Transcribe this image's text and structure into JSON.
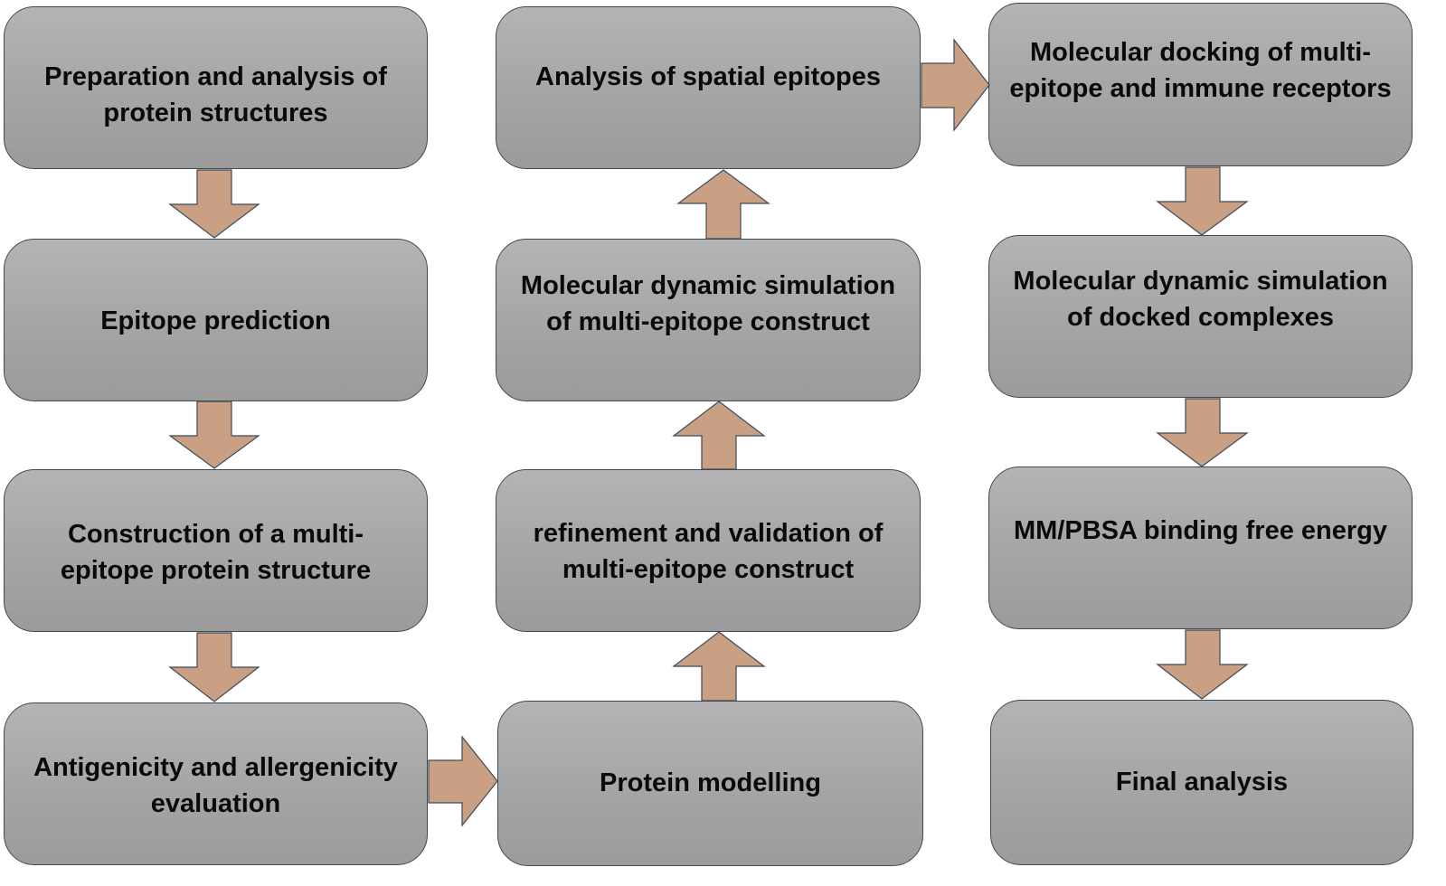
{
  "diagram": {
    "type": "flowchart",
    "nodes": [
      {
        "id": "n1",
        "label": "Preparation and analysis of protein structures"
      },
      {
        "id": "n2",
        "label": "Epitope prediction"
      },
      {
        "id": "n3",
        "label": "Construction of a multi-epitope protein structure"
      },
      {
        "id": "n4",
        "label": "Antigenicity and allergenicity evaluation"
      },
      {
        "id": "n5",
        "label": "Protein modelling"
      },
      {
        "id": "n6",
        "label": "refinement and validation of multi-epitope construct"
      },
      {
        "id": "n7",
        "label": "Molecular dynamic simulation of multi-epitope construct"
      },
      {
        "id": "n8",
        "label": "Analysis of spatial epitopes"
      },
      {
        "id": "n9",
        "label": "Molecular docking of multi-epitope and immune receptors"
      },
      {
        "id": "n10",
        "label": "Molecular dynamic simulation of docked complexes"
      },
      {
        "id": "n11",
        "label": "MM/PBSA binding free energy"
      },
      {
        "id": "n12",
        "label": "Final analysis"
      }
    ],
    "edges": [
      {
        "from": "n1",
        "to": "n2",
        "direction": "down"
      },
      {
        "from": "n2",
        "to": "n3",
        "direction": "down"
      },
      {
        "from": "n3",
        "to": "n4",
        "direction": "down"
      },
      {
        "from": "n4",
        "to": "n5",
        "direction": "right"
      },
      {
        "from": "n5",
        "to": "n6",
        "direction": "up"
      },
      {
        "from": "n6",
        "to": "n7",
        "direction": "up"
      },
      {
        "from": "n7",
        "to": "n8",
        "direction": "up"
      },
      {
        "from": "n8",
        "to": "n9",
        "direction": "right"
      },
      {
        "from": "n9",
        "to": "n10",
        "direction": "down"
      },
      {
        "from": "n10",
        "to": "n11",
        "direction": "down"
      },
      {
        "from": "n11",
        "to": "n12",
        "direction": "down"
      }
    ]
  },
  "boxes": {
    "b1": {
      "line1": "Preparation and analysis of",
      "line2": "protein structures"
    },
    "b2": {
      "line1": "Epitope prediction"
    },
    "b3": {
      "line1": "Construction of a multi-",
      "line2": "epitope protein structure"
    },
    "b4": {
      "line1": "Antigenicity and allergenicity",
      "line2": "evaluation"
    },
    "b5": {
      "line1": "Protein modelling"
    },
    "b6": {
      "line1": "refinement and validation of",
      "line2": "multi-epitope construct"
    },
    "b7": {
      "line1": "Molecular dynamic simulation",
      "line2": "of multi-epitope construct"
    },
    "b8": {
      "line1": "Analysis of spatial epitopes"
    },
    "b9": {
      "line1": "Molecular docking of multi-",
      "line2": "epitope and immune receptors"
    },
    "b10": {
      "line1": "Molecular dynamic simulation",
      "line2": "of docked complexes"
    },
    "b11": {
      "line1": "MM/PBSA binding free energy"
    },
    "b12": {
      "line1": "Final analysis"
    }
  },
  "colors": {
    "box_fill": "#a9a9a9",
    "box_border": "#3f4a55",
    "arrow_fill": "#c9a083",
    "text": "#0a0a0a"
  }
}
